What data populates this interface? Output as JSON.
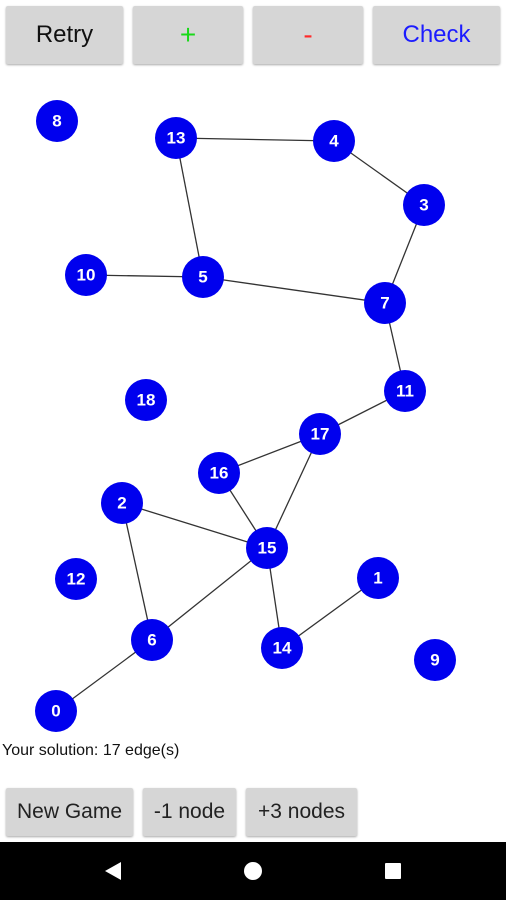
{
  "toolbar": {
    "retry_label": "Retry",
    "plus_label": "+",
    "minus_label": "-",
    "check_label": "Check",
    "plus_color": "#19d919",
    "minus_color": "#ff2a2a",
    "check_color": "#1c1cff"
  },
  "graph": {
    "node_color": "#0000ee",
    "label_color": "#ffffff",
    "edge_color": "#333333",
    "nodes": [
      {
        "id": "0"
      },
      {
        "id": "1"
      },
      {
        "id": "2"
      },
      {
        "id": "3"
      },
      {
        "id": "4"
      },
      {
        "id": "5"
      },
      {
        "id": "6"
      },
      {
        "id": "7"
      },
      {
        "id": "8"
      },
      {
        "id": "9"
      },
      {
        "id": "10"
      },
      {
        "id": "11"
      },
      {
        "id": "12"
      },
      {
        "id": "13"
      },
      {
        "id": "14"
      },
      {
        "id": "15"
      },
      {
        "id": "16"
      },
      {
        "id": "17"
      },
      {
        "id": "18"
      }
    ],
    "edges": [
      [
        "13",
        "4"
      ],
      [
        "4",
        "3"
      ],
      [
        "3",
        "7"
      ],
      [
        "13",
        "5"
      ],
      [
        "10",
        "5"
      ],
      [
        "5",
        "7"
      ],
      [
        "7",
        "11"
      ],
      [
        "11",
        "17"
      ],
      [
        "17",
        "16"
      ],
      [
        "17",
        "15"
      ],
      [
        "16",
        "15"
      ],
      [
        "2",
        "15"
      ],
      [
        "2",
        "6"
      ],
      [
        "15",
        "6"
      ],
      [
        "15",
        "14"
      ],
      [
        "14",
        "1"
      ],
      [
        "6",
        "0"
      ]
    ]
  },
  "status": {
    "text": "Your solution: 17 edge(s)"
  },
  "bottom": {
    "new_game_label": "New Game",
    "minus_node_label": "-1 node",
    "plus_nodes_label": "+3 nodes"
  },
  "nav": {
    "back_icon": "back-triangle-icon",
    "home_icon": "home-circle-icon",
    "recents_icon": "recents-square-icon"
  }
}
